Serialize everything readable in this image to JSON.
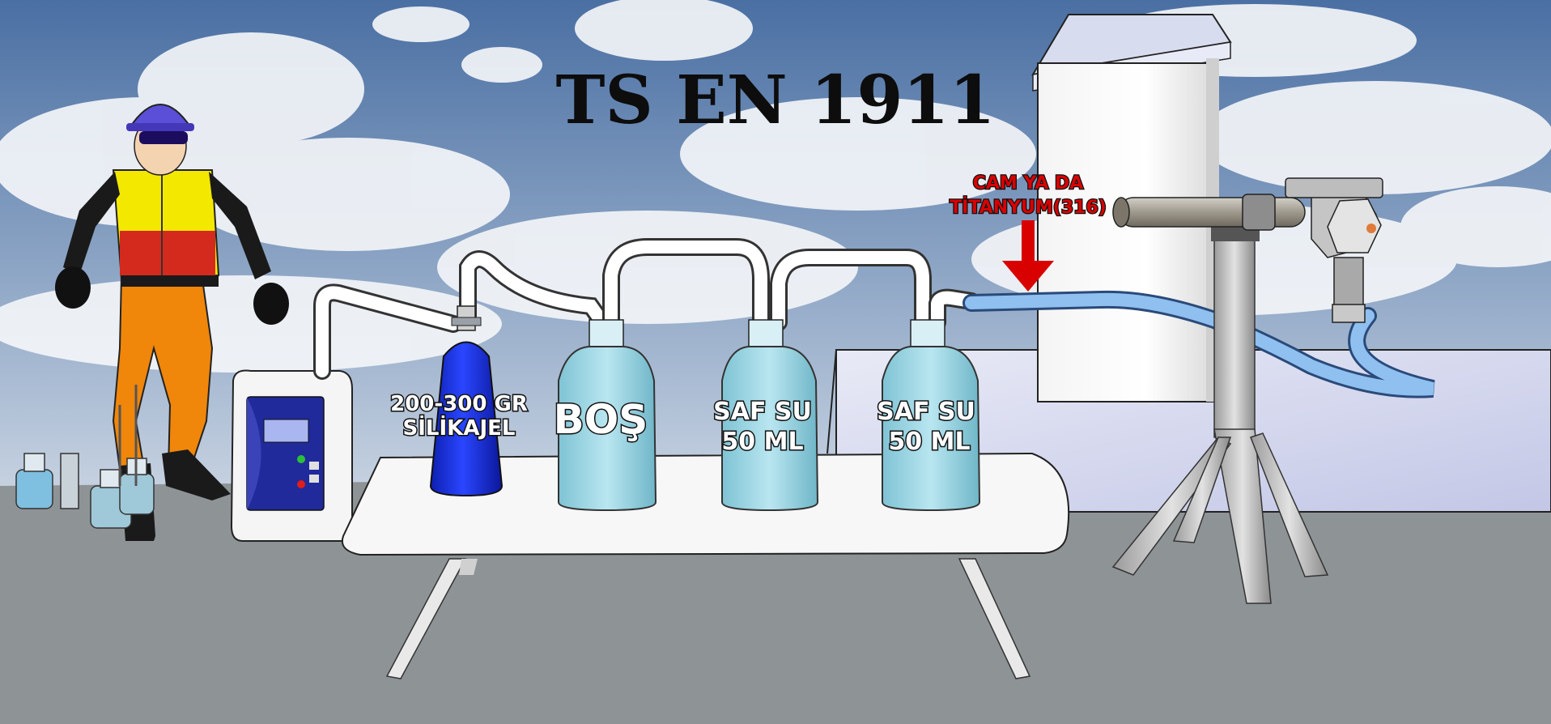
{
  "title": "TS EN 1911",
  "labels": {
    "silica_line1": "200-300 GR",
    "silica_line2": "SİLİKAJEL",
    "empty_bottle": "BOŞ",
    "water1_line1": "SAF SU",
    "water1_line2": "50 ML",
    "water2_line1": "SAF SU",
    "water2_line2": "50 ML",
    "probe_line1": "CAM YA DA",
    "probe_line2": "TİTANYUM(316)"
  },
  "colors": {
    "sky_top": "#4f76a8",
    "ground": "#8e9396",
    "bottle_water": "#9ed6e3",
    "silica_cylinder": "#1b2fd6",
    "annotation_red": "#d90000",
    "tubing": "#ffffff",
    "sample_line": "#7fb2e8"
  },
  "icons": {
    "worker": "worker-figure-icon",
    "pump": "sampling-pump-icon",
    "arrow": "red-arrow-down-icon",
    "stack": "chimney-stack-icon",
    "probe": "sampling-probe-icon"
  }
}
